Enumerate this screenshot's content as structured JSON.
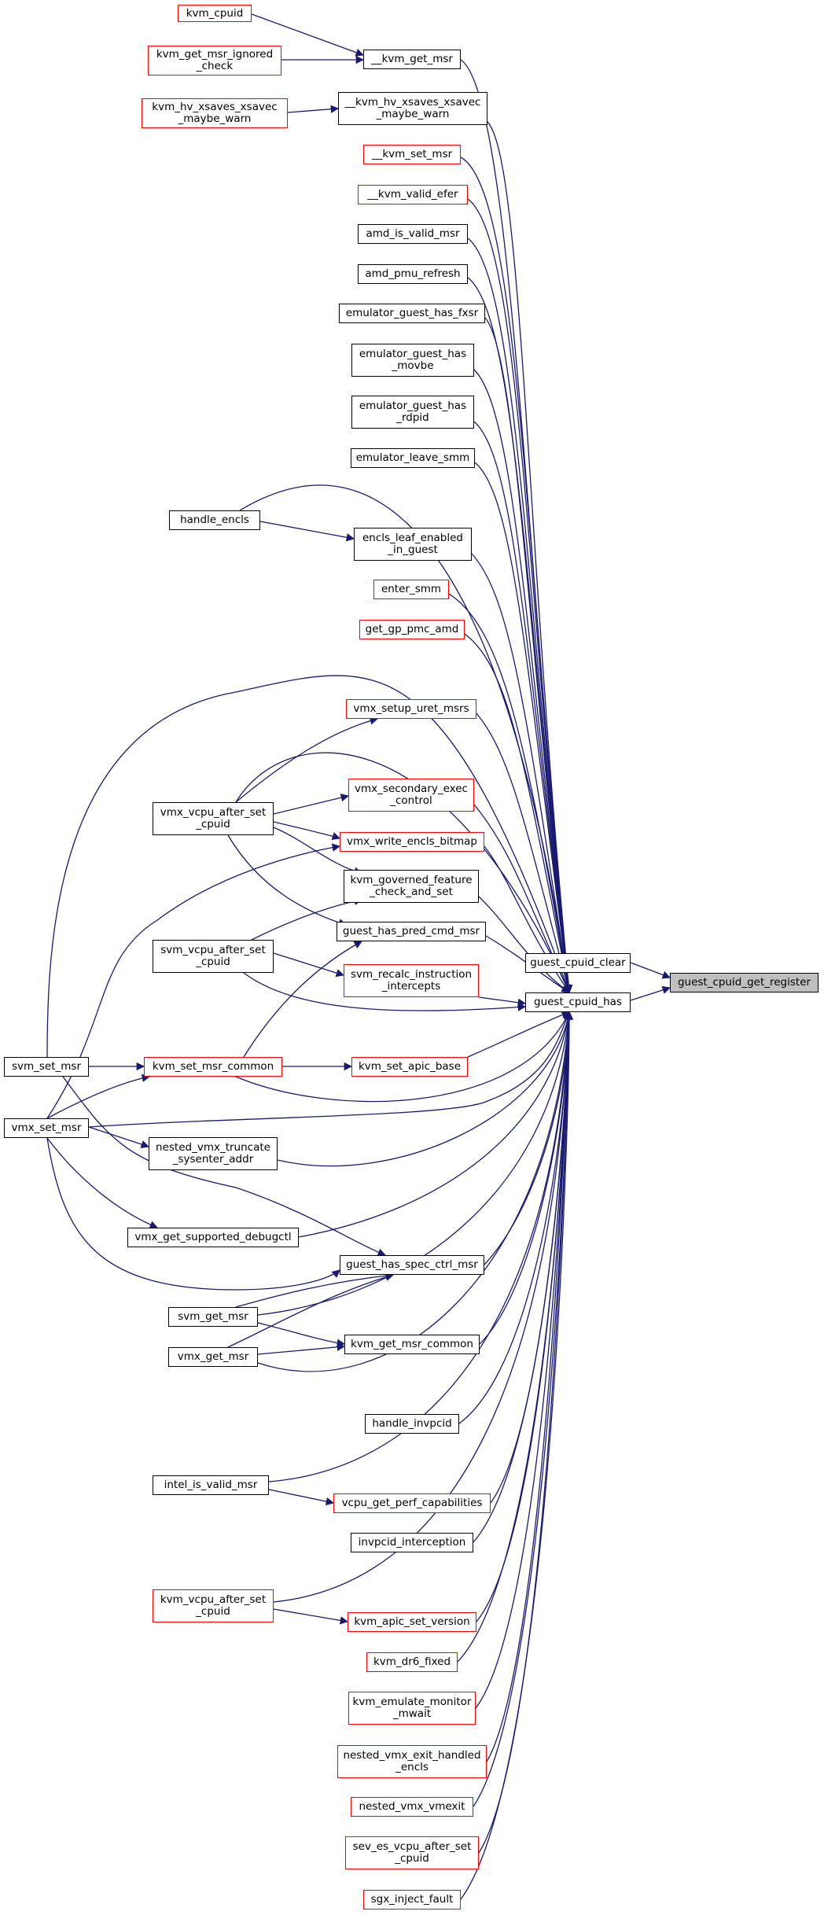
{
  "colors": {
    "edge": "#191970",
    "box_red": "#ff0000",
    "box_black": "#000000",
    "focus_fill": "#bfbfbf"
  },
  "nodes": {
    "kvm_cpuid": "kvm_cpuid",
    "kvm_get_msr_ignored_check": "kvm_get_msr_ignored\n_check",
    "kvm_hv_xsaves_xsavec_maybe_warn": "kvm_hv_xsaves_xsavec\n_maybe_warn",
    "__kvm_get_msr": "__kvm_get_msr",
    "__kvm_hv_xsaves_xsavec_maybe_warn": "__kvm_hv_xsaves_xsavec\n_maybe_warn",
    "__kvm_set_msr": "__kvm_set_msr",
    "__kvm_valid_efer": "__kvm_valid_efer",
    "amd_is_valid_msr": "amd_is_valid_msr",
    "amd_pmu_refresh": "amd_pmu_refresh",
    "emulator_guest_has_fxsr": "emulator_guest_has_fxsr",
    "emulator_guest_has_movbe": "emulator_guest_has\n_movbe",
    "emulator_guest_has_rdpid": "emulator_guest_has\n_rdpid",
    "emulator_leave_smm": "emulator_leave_smm",
    "handle_encls": "handle_encls",
    "encls_leaf_enabled_in_guest": "encls_leaf_enabled\n_in_guest",
    "enter_smm": "enter_smm",
    "get_gp_pmc_amd": "get_gp_pmc_amd",
    "vmx_setup_uret_msrs": "vmx_setup_uret_msrs",
    "vmx_vcpu_after_set_cpuid": "vmx_vcpu_after_set\n_cpuid",
    "vmx_secondary_exec_control": "vmx_secondary_exec\n_control",
    "vmx_write_encls_bitmap": "vmx_write_encls_bitmap",
    "kvm_governed_feature_check_and_set": "kvm_governed_feature\n_check_and_set",
    "svm_vcpu_after_set_cpuid": "svm_vcpu_after_set\n_cpuid",
    "guest_has_pred_cmd_msr": "guest_has_pred_cmd_msr",
    "guest_cpuid_clear": "guest_cpuid_clear",
    "guest_cpuid_get_register": "guest_cpuid_get_register",
    "svm_recalc_instruction_intercepts": "svm_recalc_instruction\n_intercepts",
    "guest_cpuid_has": "guest_cpuid_has",
    "svm_set_msr": "svm_set_msr",
    "kvm_set_msr_common": "kvm_set_msr_common",
    "kvm_set_apic_base": "kvm_set_apic_base",
    "vmx_set_msr": "vmx_set_msr",
    "nested_vmx_truncate_sysenter_addr": "nested_vmx_truncate\n_sysenter_addr",
    "vmx_get_supported_debugctl": "vmx_get_supported_debugctl",
    "guest_has_spec_ctrl_msr": "guest_has_spec_ctrl_msr",
    "svm_get_msr": "svm_get_msr",
    "vmx_get_msr": "vmx_get_msr",
    "kvm_get_msr_common": "kvm_get_msr_common",
    "handle_invpcid": "handle_invpcid",
    "intel_is_valid_msr": "intel_is_valid_msr",
    "vcpu_get_perf_capabilities": "vcpu_get_perf_capabilities",
    "invpcid_interception": "invpcid_interception",
    "kvm_vcpu_after_set_cpuid": "kvm_vcpu_after_set\n_cpuid",
    "kvm_apic_set_version": "kvm_apic_set_version",
    "kvm_dr6_fixed": "kvm_dr6_fixed",
    "kvm_emulate_monitor_mwait": "kvm_emulate_monitor\n_mwait",
    "nested_vmx_exit_handled_encls": "nested_vmx_exit_handled\n_encls",
    "nested_vmx_vmexit": "nested_vmx_vmexit",
    "sev_es_vcpu_after_set_cpuid": "sev_es_vcpu_after_set\n_cpuid",
    "sgx_inject_fault": "sgx_inject_fault"
  }
}
